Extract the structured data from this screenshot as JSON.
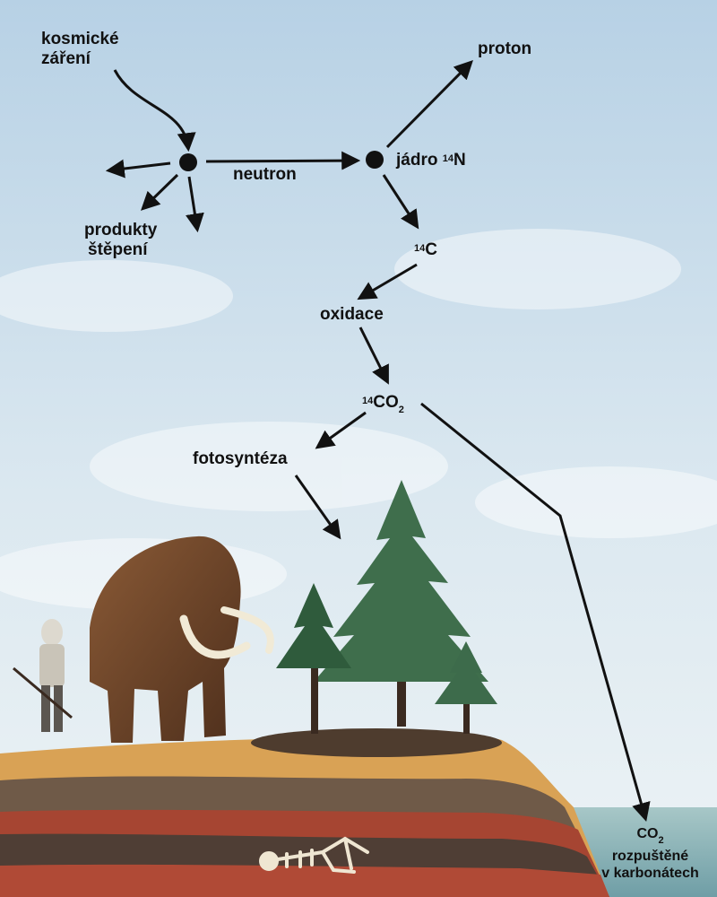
{
  "labels": {
    "cosmic_rays": [
      "kosmické",
      "záření"
    ],
    "neutron": "neutron",
    "proton": "proton",
    "fission_products": [
      "produkty",
      "štěpení"
    ],
    "nitrogen_nucleus": {
      "text": "jádro ",
      "sup": "14",
      "element": "N"
    },
    "carbon14": {
      "sup": "14",
      "element": "C"
    },
    "oxidation": "oxidace",
    "co2_14": {
      "sup": "14",
      "element": "CO",
      "sub": "2"
    },
    "photosynthesis": "fotosyntéza",
    "ocean_co2": {
      "element": "CO",
      "sub": "2",
      "lines": [
        "rozpuštěné",
        "v karbonátech"
      ]
    }
  },
  "colors": {
    "sky_top": "#b9d3e6",
    "sky_bottom": "#e9f1f4",
    "arrow": "#111111",
    "soil_top": "#d49a4a",
    "ocean": "#8fb8bc"
  }
}
